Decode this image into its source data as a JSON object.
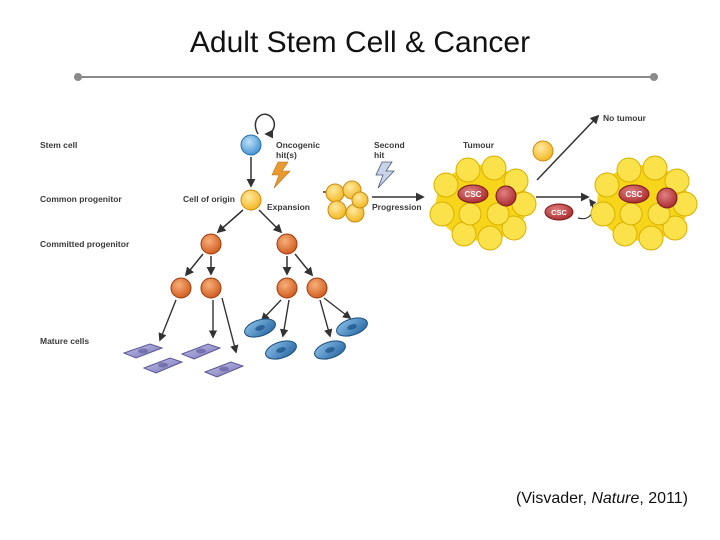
{
  "header": {
    "title": "Adult Stem Cell & Cancer"
  },
  "diagram": {
    "row_labels": {
      "stem_cell": "Stem cell",
      "common_progenitor": "Common progenitor",
      "committed_progenitor": "Committed progenitor",
      "mature_cells": "Mature cells"
    },
    "labels": {
      "oncogenic_line1": "Oncogenic",
      "oncogenic_line2": "hit(s)",
      "second_line1": "Second",
      "second_line2": "hit",
      "tumour": "Tumour",
      "no_tumour": "No tumour",
      "cell_of_origin": "Cell of origin",
      "expansion": "Expansion",
      "progression": "Progression",
      "csc": "CSC"
    },
    "colors": {
      "stem": "#3d8fcf",
      "progenitor": "#f2b51c",
      "committed": "#d0571a",
      "mature_purple": "#8d8ac7",
      "mature_blue": "#2f7ac0",
      "tumour_yellow": "#f7d51a",
      "csc_red": "#b53a3c",
      "lightning": "#e89a2e"
    }
  },
  "citation": {
    "prefix": "(Visvader, ",
    "journal": "Nature",
    "suffix": ", 2011)"
  }
}
